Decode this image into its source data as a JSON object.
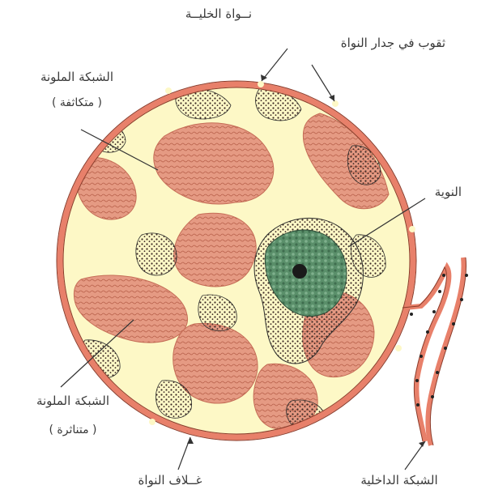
{
  "title": "نــواة الخليــة",
  "labels": {
    "pores": "ثقوب في جدار النواة",
    "chromatin_condensed_line1": "الشبكة الملونة",
    "chromatin_condensed_line2": "( متكاثفة )",
    "nucleolus": "النوية",
    "chromatin_dispersed_line1": "الشبكة الملونة",
    "chromatin_dispersed_line2": "( متناثرة )",
    "envelope": "غــلاف النواة",
    "endoplasmic_reticulum": "الشبكة الداخلية"
  },
  "colors": {
    "envelope": "#e8806a",
    "chromatin_dispersed": "#e59a83",
    "chromatin_condensed": "#2a2a2a",
    "background": "#fdf8c6",
    "nucleolus": "#5a8f6a",
    "line": "#333333"
  }
}
